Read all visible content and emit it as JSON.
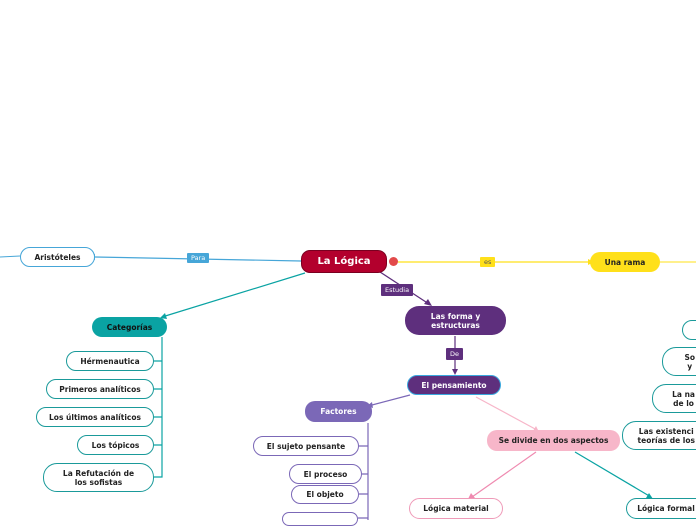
{
  "root": {
    "label": "La Lógica"
  },
  "connectors": {
    "para": "Para",
    "es": "es",
    "estudia": "Estudia",
    "de": "De"
  },
  "nodes": {
    "aristoteles": "Aristóteles",
    "una_rama": "Una rama",
    "categorias": "Categorías",
    "las_forma": "Las forma y\nestructuras",
    "el_pensamiento": "El pensamiento",
    "factores": "Factores",
    "divide": "Se divide en dos aspectos",
    "logica_material": "Lógica material",
    "logica_formal": "Lógica formal"
  },
  "categorias_items": [
    "Hérmenautica",
    "Primeros analíticos",
    "Los últimos analíticos",
    "Los tópicos",
    "La Refutación de\nlos sofistas"
  ],
  "factores_items": [
    "El sujeto pensante",
    "El proceso",
    "El objeto"
  ],
  "right_items": [
    "So\ny",
    "La na\nde lo",
    "Las existenci\nteorías de los"
  ],
  "colors": {
    "root": "#b3002d",
    "teal": "#0aa3a3",
    "blue": "#3aa8de",
    "yellow": "#ffe01a",
    "purple": "#5e2f7d",
    "lavender": "#7b68b7",
    "pink": "#f7b6c9"
  }
}
